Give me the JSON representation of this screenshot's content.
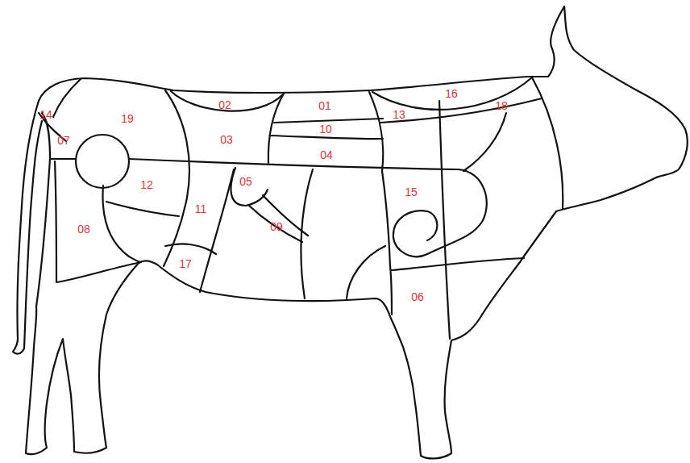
{
  "diagram": {
    "labels": [
      "14",
      "19",
      "02",
      "01",
      "13",
      "16",
      "18",
      "07",
      "03",
      "10",
      "04",
      "12",
      "05",
      "15",
      "11",
      "09",
      "08",
      "17",
      "06"
    ]
  }
}
